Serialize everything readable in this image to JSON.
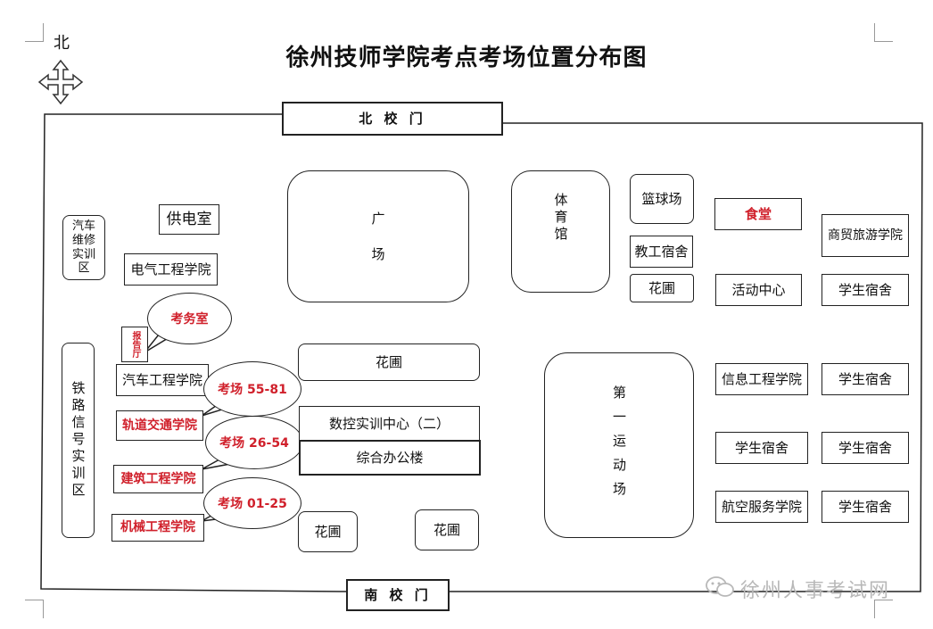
{
  "title": "徐州技师学院考点考场位置分布图",
  "compass": {
    "label": "北",
    "icon": "four-way-arrow-icon"
  },
  "gates": {
    "north": "北 校 门",
    "south": "南 校 门"
  },
  "buildings": {
    "auto_repair": "汽车维修实训区",
    "power_room": "供电室",
    "electrical_college": "电气工程学院",
    "railway_signal": "铁路信号实训区",
    "lecture_hall": "报告厅",
    "auto_college": "汽车工程学院",
    "rail_college": "轨道交通学院",
    "arch_college": "建筑工程学院",
    "mech_college": "机械工程学院",
    "square_1": "广",
    "square_2": "场",
    "gym": "体育馆",
    "garden_mid": "花圃",
    "cnc_center": "数控实训中心（二）",
    "admin_building": "综合办公楼",
    "garden_bottom_left": "花圃",
    "garden_bottom_right": "花圃",
    "basketball": "篮球场",
    "staff_dorm": "教工宿舍",
    "garden_right": "花圃",
    "field": "第一运动场",
    "canteen": "食堂",
    "trade_tourism": "商贸旅游学院",
    "activity_center": "活动中心",
    "dorm_1": "学生宿舍",
    "info_college": "信息工程学院",
    "dorm_2": "学生宿舍",
    "dorm_3": "学生宿舍",
    "dorm_4": "学生宿舍",
    "aviation_college": "航空服务学院",
    "dorm_5": "学生宿舍"
  },
  "callouts": {
    "exam_office": "考务室",
    "room_55_81": "考场 55-81",
    "room_26_54": "考场 26-54",
    "room_01_25": "考场 01-25"
  },
  "watermark": "徐州人事考试网",
  "colors": {
    "highlight": "#d0202b",
    "line": "#222222",
    "watermark": "#b8b8b8"
  }
}
